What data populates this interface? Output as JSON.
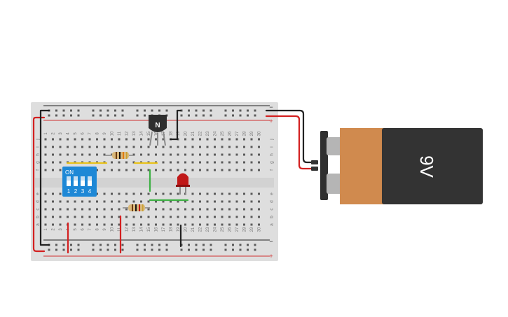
{
  "canvas": {
    "background": "#ffffff"
  },
  "breadboard": {
    "body_color": "#dedede",
    "hole_color": "#5a5a5a",
    "rail_plus_color": "#d03030",
    "rail_minus_color": "#222222",
    "rail_plus_symbol": "+",
    "rail_minus_symbol": "−",
    "column_labels": [
      "1",
      "2",
      "3",
      "4",
      "5",
      "6",
      "7",
      "8",
      "9",
      "10",
      "11",
      "12",
      "13",
      "14",
      "15",
      "16",
      "17",
      "18",
      "19",
      "20",
      "21",
      "22",
      "23",
      "24",
      "25",
      "26",
      "27",
      "28",
      "29",
      "30"
    ],
    "row_labels_top": [
      "j",
      "i",
      "h",
      "g",
      "f"
    ],
    "row_labels_bottom": [
      "e",
      "d",
      "c",
      "b",
      "a"
    ]
  },
  "dip_switch": {
    "on_label": "ON",
    "switch_numbers": [
      "1",
      "2",
      "3",
      "4"
    ],
    "color": "#1e88d6"
  },
  "transistor": {
    "label": "N",
    "color": "#2e2e2e"
  },
  "led": {
    "color": "#c01818"
  },
  "resistors": {
    "body_color": "#d9b87a"
  },
  "battery": {
    "label": "9V",
    "terminal_color": "#2f2f2f",
    "cap_color": "#d08a4e",
    "body_color": "#333333"
  },
  "wires": {
    "red": "#d32020",
    "black": "#222222",
    "green": "#3cb043",
    "yellow": "#e8c21a"
  }
}
